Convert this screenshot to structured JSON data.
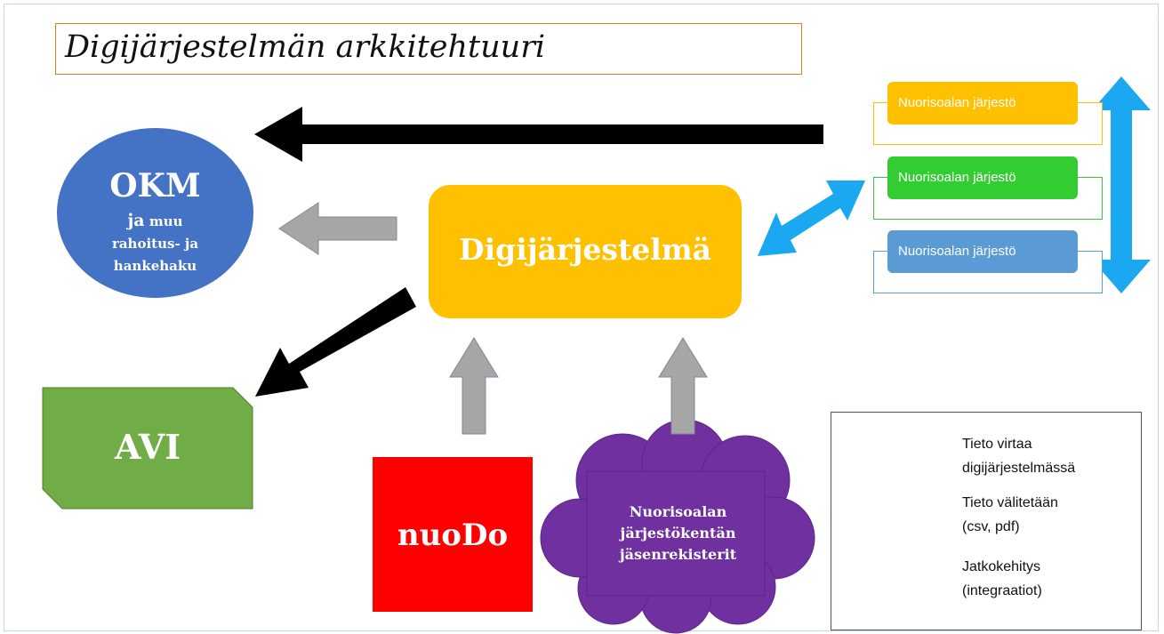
{
  "title": "Digijärjestelmän arkkitehtuuri",
  "nodes": {
    "okm": {
      "title": "OKM",
      "line1_big": "ja",
      "line1_small": "muu",
      "line2": "rahoitus- ja",
      "line3": "hankehaku"
    },
    "digi": "Digijärjestelmä",
    "avi": "AVI",
    "nuodo": "nuoDo",
    "cloud": {
      "line1": "Nuorisoalan",
      "line2": "järjestökentän",
      "line3": "jäsenrekisterit"
    },
    "organizations": [
      {
        "label": "Nuorisoalan järjestö",
        "color": "#ffc000"
      },
      {
        "label": "Nuorisoalan järjestö",
        "color": "#33cc33"
      },
      {
        "label": "Nuorisoalan järjestö",
        "color": "#5b9bd5"
      }
    ]
  },
  "legend": [
    {
      "icon": "blue-double-arrow-icon",
      "line1": "Tieto virtaa",
      "line2": "digijärjestelmässä",
      "color": "#1aa8f0"
    },
    {
      "icon": "black-arrow-icon",
      "line1": "Tieto välitetään",
      "line2": "(csv, pdf)",
      "color": "#000000"
    },
    {
      "icon": "gray-arrow-icon",
      "line1": "Jatkokehitys",
      "line2": "(integraatiot)",
      "color": "#a6a6a6"
    }
  ],
  "colors": {
    "okm": "#4472c4",
    "digi": "#ffc000",
    "avi": "#70ad47",
    "nuodo": "#ff0000",
    "cloud": "#7030a0",
    "title_border": "#e07a2e"
  }
}
